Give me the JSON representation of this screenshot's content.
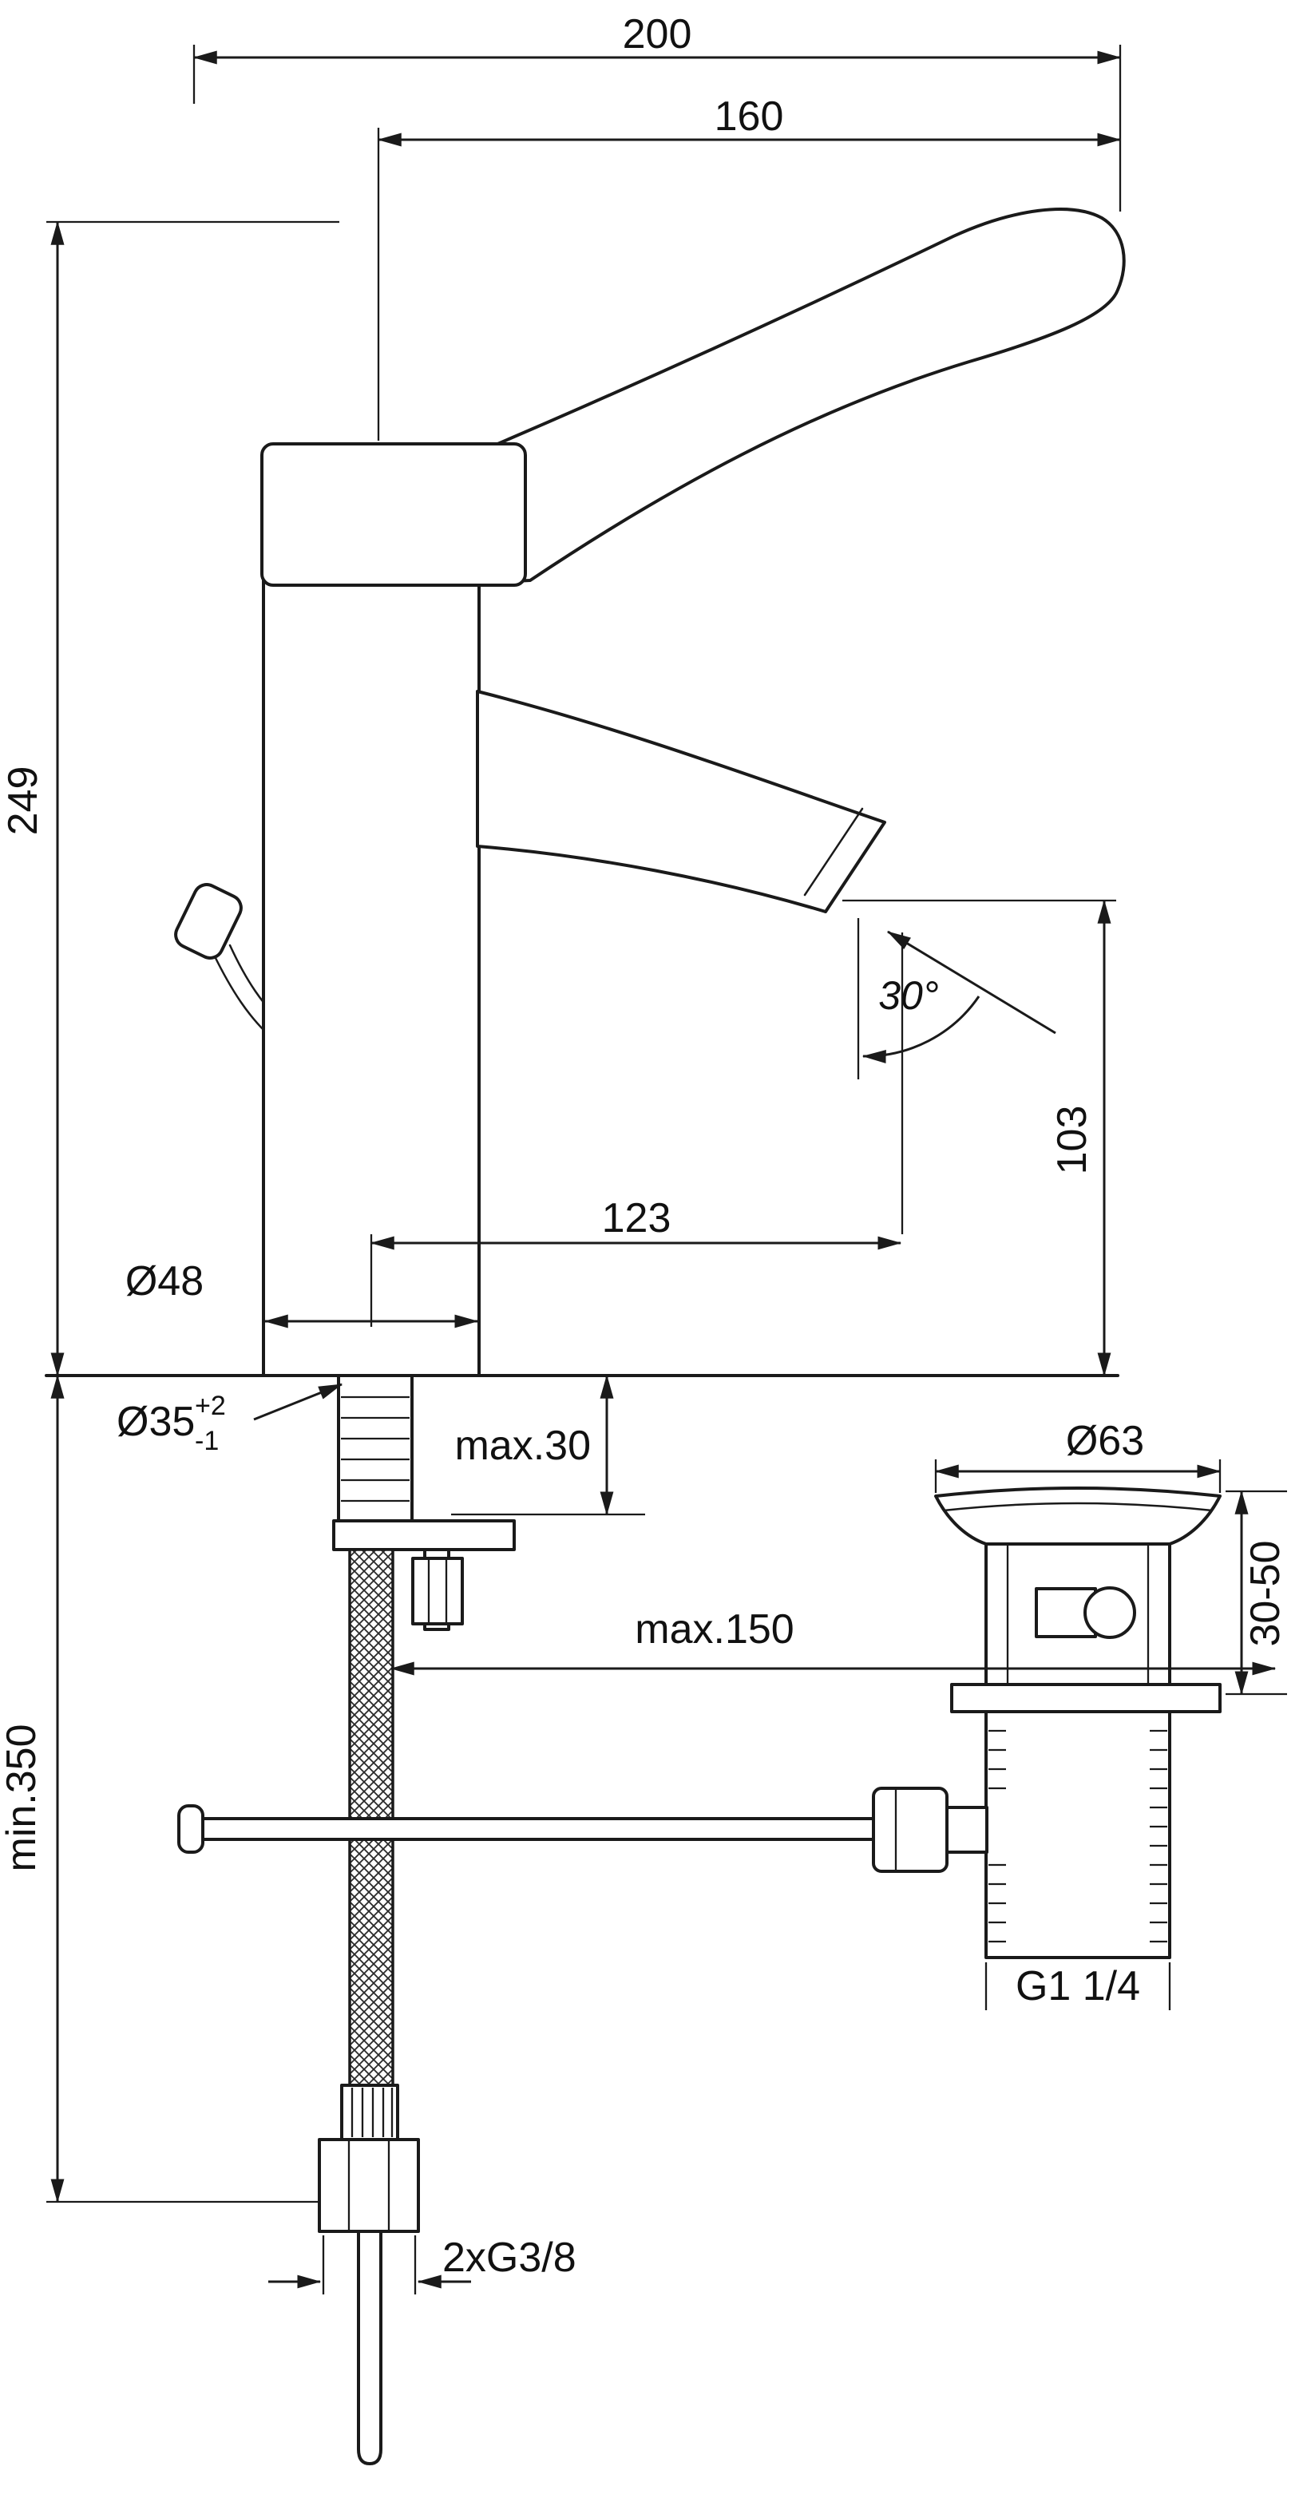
{
  "drawing": {
    "labels": {
      "dim_200": "200",
      "dim_160": "160",
      "dim_249": "249",
      "dim_103": "103",
      "dim_123": "123",
      "angle_spout": "30°",
      "dia_body": "Ø48",
      "dia_hole": "Ø35",
      "dia_hole_tol_plus": "+2",
      "dia_hole_tol_minus": "-1",
      "deck_thickness_max": "max.30",
      "dia_waste_flange": "Ø63",
      "waste_depth_range": "30-50",
      "rod_length_max": "max.150",
      "hose_length_min": "min.350",
      "waste_thread": "G1 1/4",
      "hose_thread": "2xG3/8"
    },
    "colors": {
      "line": "#1a1a1a",
      "background": "#ffffff"
    }
  }
}
